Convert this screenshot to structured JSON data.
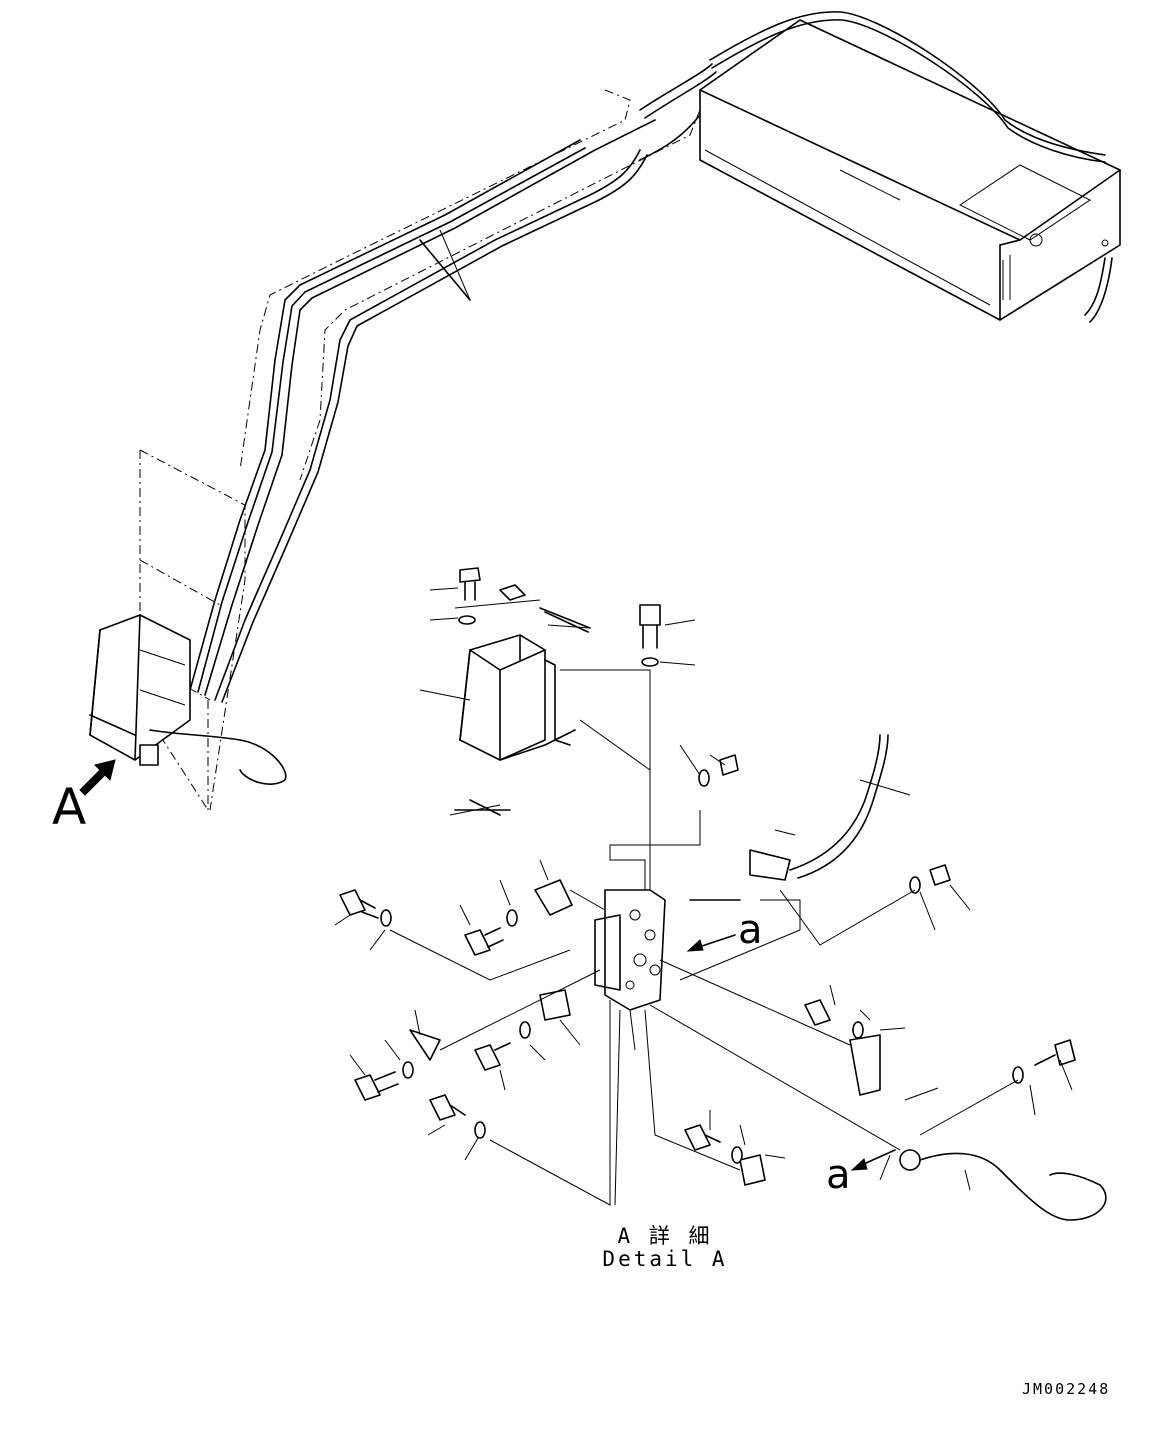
{
  "labels": {
    "view_a": "A",
    "arrow_a_upper": "a",
    "arrow_a_lower": "a",
    "detail_jp": "A 詳 細",
    "detail_en": "Detail A",
    "drawing_code": "JM002248"
  },
  "colors": {
    "line": "#000000",
    "background": "#ffffff"
  },
  "icons": {
    "view_arrow": "solid-arrow-icon",
    "direction_arrow": "arrow-icon"
  }
}
